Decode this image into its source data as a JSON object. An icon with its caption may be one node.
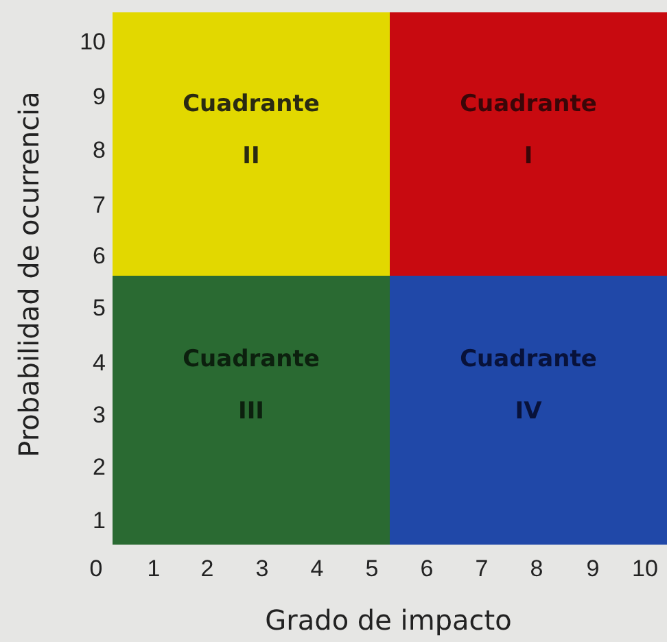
{
  "diagram": {
    "nodes": [
      {
        "text": [
          "Cuadrante II"
        ]
      },
      {
        "text": [
          "Cuadrante I"
        ]
      },
      {
        "text": [
          "Cuadrante III"
        ]
      },
      {
        "text": [
          "Cuadrante IV"
        ]
      }
    ],
    "labels": [
      "Probabilidad de ocurrencia",
      "10",
      "9",
      "8",
      "7",
      "6",
      "5",
      "4",
      "3",
      "2",
      "1",
      "0",
      "1",
      "2",
      "3",
      "4",
      "5",
      "6",
      "7",
      "8",
      "9",
      "10",
      "Grado de impacto"
    ]
  }
}
